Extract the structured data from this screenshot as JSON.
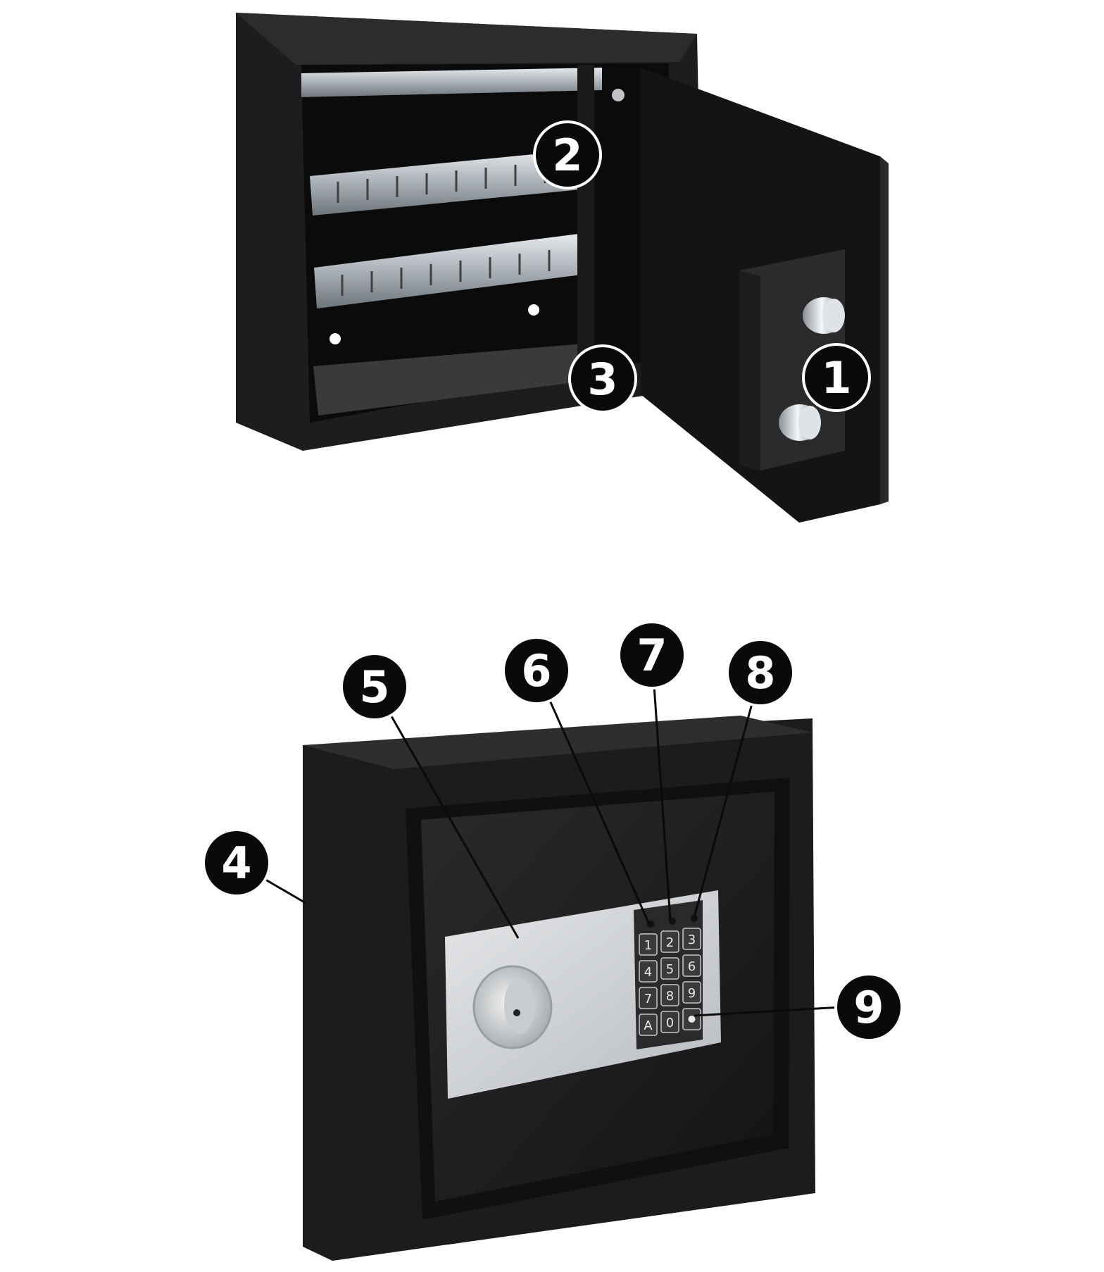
{
  "callouts": [
    {
      "number": "1",
      "target": "door-locking-bolts"
    },
    {
      "number": "2",
      "target": "door-hinge"
    },
    {
      "number": "3",
      "target": "foam-floor-pad"
    },
    {
      "number": "4",
      "target": "cabinet-body"
    },
    {
      "number": "5",
      "target": "emergency-key-lock"
    },
    {
      "number": "6",
      "target": "indicator-light"
    },
    {
      "number": "7",
      "target": "indicator-light"
    },
    {
      "number": "8",
      "target": "indicator-light"
    },
    {
      "number": "9",
      "target": "keypad-button"
    }
  ],
  "keypad": {
    "keys": [
      "1",
      "2",
      "3",
      "4",
      "5",
      "6",
      "7",
      "8",
      "9",
      "A",
      "0",
      ""
    ]
  },
  "colors": {
    "callout_fill": "#0a0a0a",
    "callout_text": "#ffffff",
    "cabinet_body": "#1c1c1e",
    "lock_panel": "#cfd1d3"
  }
}
